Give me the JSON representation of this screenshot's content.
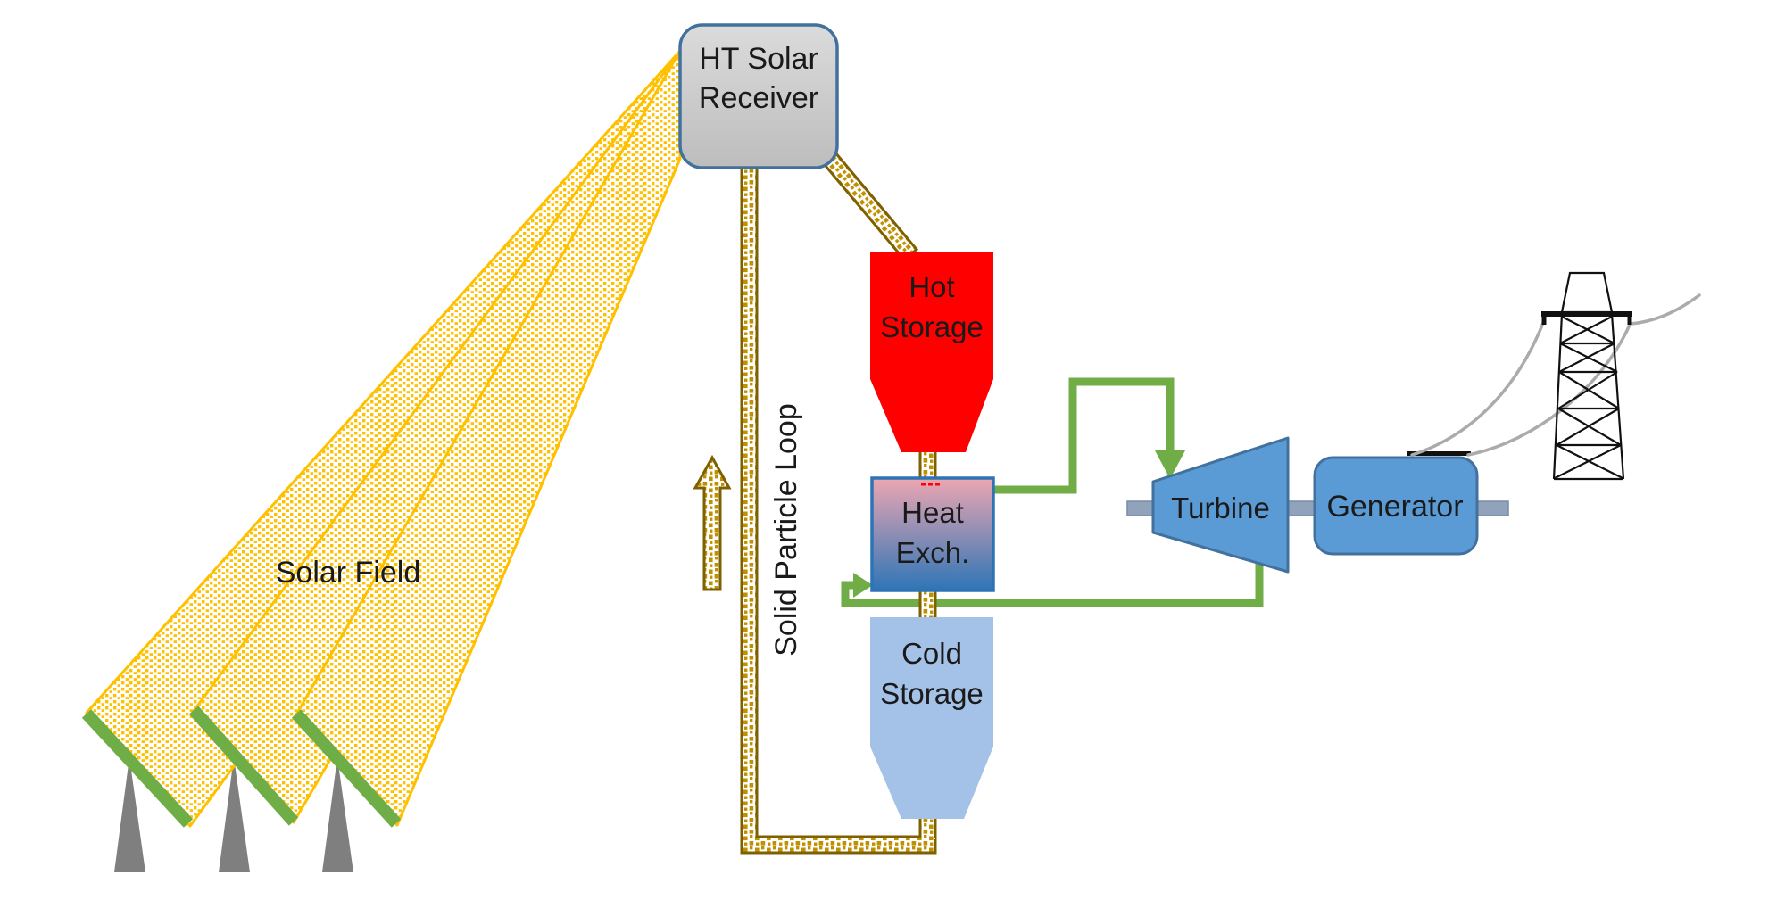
{
  "colors": {
    "beam-yellow": "#FFC000",
    "pipe-outline": "#7F6000",
    "particle-gold": "#BF9000",
    "loop-green": "#70AD47",
    "mirror-green": "#6FAD46",
    "post-gray": "#7F7F7F",
    "receiver-fill-light": "#DBDBDB",
    "receiver-fill": "#BDBDBD",
    "receiver-border": "#41719C",
    "hot-red": "#FE0000",
    "cold-blue": "#A4C2E8",
    "hx-pink": "#ECA6B2",
    "hx-blue": "#2E75B6",
    "hx-border": "#2E74B5",
    "machine-blue": "#5B9BD5",
    "machine-border": "#41719C",
    "shaft-gray": "#91A3BB",
    "shaft-border": "#7A8CA5",
    "wire-gray": "#ABABAB",
    "tower-black": "#111111",
    "ink": "#1A1A1A"
  },
  "components": {
    "solar_field": {
      "label": "Solar Field",
      "heliostat_count": 3
    },
    "receiver": {
      "label_lines": [
        "HT Solar",
        "Receiver"
      ]
    },
    "particle_loop": {
      "label": "Solid Particle Loop"
    },
    "hot_storage": {
      "label_lines": [
        "Hot",
        "Storage"
      ]
    },
    "heat_exchanger": {
      "label_lines": [
        "Heat",
        "Exch."
      ]
    },
    "cold_storage": {
      "label_lines": [
        "Cold",
        "Storage"
      ]
    },
    "turbine": {
      "label": "Turbine"
    },
    "generator": {
      "label": "Generator"
    }
  }
}
